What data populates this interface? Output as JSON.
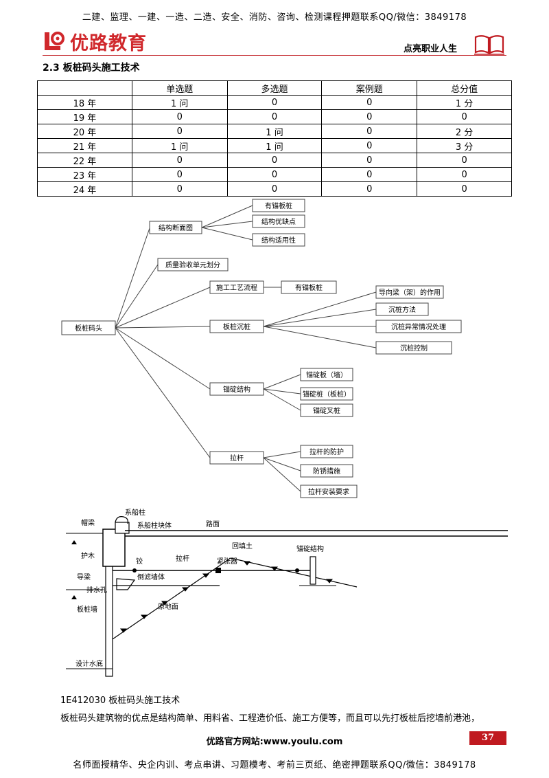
{
  "header": {
    "top_banner": "二建、监理、一建、一造、二造、安全、消防、咨询、检测课程押题联系QQ/微信：3849178",
    "logo_text": "优路教育",
    "slogan": "点亮职业人生"
  },
  "section_title": "2.3 板桩码头施工技术",
  "table": {
    "headers": [
      "",
      "单选题",
      "多选题",
      "案例题",
      "总分值"
    ],
    "rows": [
      [
        "18 年",
        "1 问",
        "0",
        "0",
        "1 分"
      ],
      [
        "19 年",
        "0",
        "0",
        "0",
        "0"
      ],
      [
        "20 年",
        "0",
        "1 问",
        "0",
        "2 分"
      ],
      [
        "21 年",
        "1 问",
        "1 问",
        "0",
        "3 分"
      ],
      [
        "22 年",
        "0",
        "0",
        "0",
        "0"
      ],
      [
        "23 年",
        "0",
        "0",
        "0",
        "0"
      ],
      [
        "24 年",
        "0",
        "0",
        "0",
        "0"
      ]
    ]
  },
  "mindmap": {
    "root": "板桩码头",
    "n_structure": "结构断面图",
    "n_structure_c1": "有锚板桩",
    "n_structure_c2": "结构优缺点",
    "n_structure_c3": "结构适用性",
    "n_quality": "质量验收单元划分",
    "n_process": "施工工艺流程",
    "n_process_c1": "有锚板桩",
    "n_pile": "板桩沉桩",
    "n_pile_c1": "导向梁（架）的作用",
    "n_pile_c2": "沉桩方法",
    "n_pile_c3": "沉桩异常情况处理",
    "n_pile_c4": "沉桩控制",
    "n_anchor": "锚碇结构",
    "n_anchor_c1": "锚碇板（墙）",
    "n_anchor_c2": "锚碇桩（板桩）",
    "n_anchor_c3": "锚碇叉桩",
    "n_rod": "拉杆",
    "n_rod_c1": "拉杆的防护",
    "n_rod_c2": "防锈措施",
    "n_rod_c3": "拉杆安装要求"
  },
  "diagram": {
    "bollard": "系船柱",
    "cap_beam": "帽梁",
    "bollard_block": "系船柱块体",
    "road": "路面",
    "backfill": "回填土",
    "anchor_structure": "锚碇结构",
    "fender": "护木",
    "hinge": "铰",
    "tie_rod": "拉杆",
    "turnbuckle": "紧张器",
    "filter": "倒滤墙体",
    "wale": "导梁",
    "drain_hole": "排水孔",
    "original_ground": "原地面",
    "sheet_pile_wall": "板桩墙",
    "design_bottom": "设计水底"
  },
  "body": {
    "heading": "1E412030 板桩码头施工技术",
    "text": "板桩码头建筑物的优点是结构简单、用料省、工程造价低、施工方便等，而且可以先打板桩后挖墙前港池，"
  },
  "footer": {
    "site": "优路官方网站:www.youlu.com",
    "page_number": "37",
    "bottom_banner": "名师面授精华、央企内训、考点串讲、习题模考、考前三页纸、绝密押题联系QQ/微信：3849178"
  },
  "colors": {
    "brand_red": "#d0282c",
    "rule_red": "#c01a20"
  }
}
